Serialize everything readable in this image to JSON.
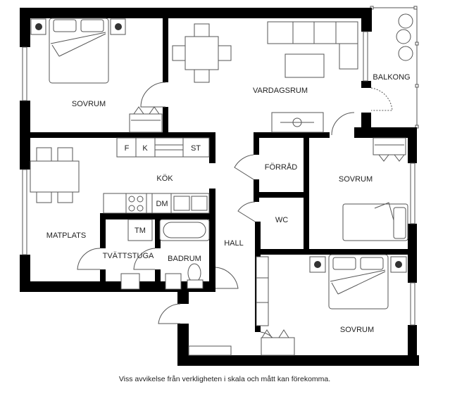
{
  "rooms": {
    "sovrum_1": "SOVRUM",
    "vardagsrum": "VARDAGSRUM",
    "balkong": "BALKONG",
    "kok": "KÖK",
    "forrad": "FÖRRÅD",
    "sovrum_2": "SOVRUM",
    "matplats": "MATPLATS",
    "wc": "WC",
    "hall": "HALL",
    "tvattstuga": "TVÄTTSTUGA",
    "badrum": "BADRUM",
    "sovrum_3": "SOVRUM"
  },
  "appliances": {
    "fridge": "F",
    "freezer": "K",
    "stove": "ST",
    "dishwasher": "DM",
    "washer": "TM"
  },
  "caption": "Viss avvikelse från verkligheten i skala och mått kan förekomma."
}
